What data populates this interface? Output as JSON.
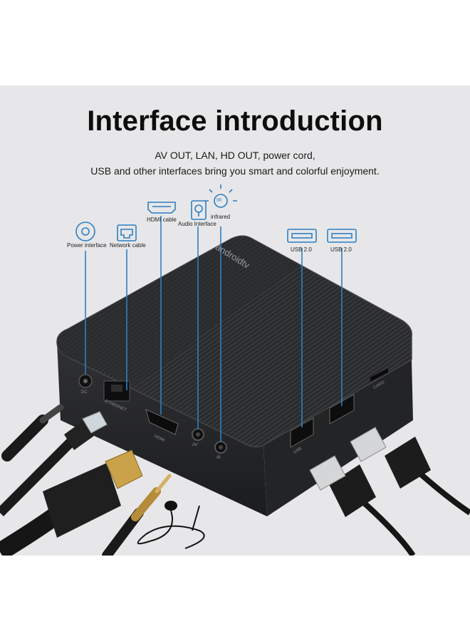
{
  "title": "Interface introduction",
  "subtitle_line1": "AV OUT, LAN, HD OUT, power cord,",
  "subtitle_line2": "USB and other interfaces bring you smart and colorful enjoyment.",
  "callouts": {
    "power": "Power interface",
    "network": "Network cable",
    "hdmi": "HDMI cable",
    "audio": "Audio Interface",
    "infrared": "infrared",
    "ir_badge": "IR",
    "usb1": "USB 2.0",
    "usb2": "USB 2.0"
  },
  "device": {
    "brand": "androidtv",
    "port_dc": "DC",
    "port_ethernet": "ETHERNET",
    "port_hdmi": "HDMI",
    "port_av": "AV",
    "port_ir": "IR",
    "port_usb": "USB",
    "port_card": "CARD"
  },
  "colors": {
    "panel": "#e7e7e9",
    "accent": "#2f7fc1",
    "device": "#2b2c2e"
  }
}
